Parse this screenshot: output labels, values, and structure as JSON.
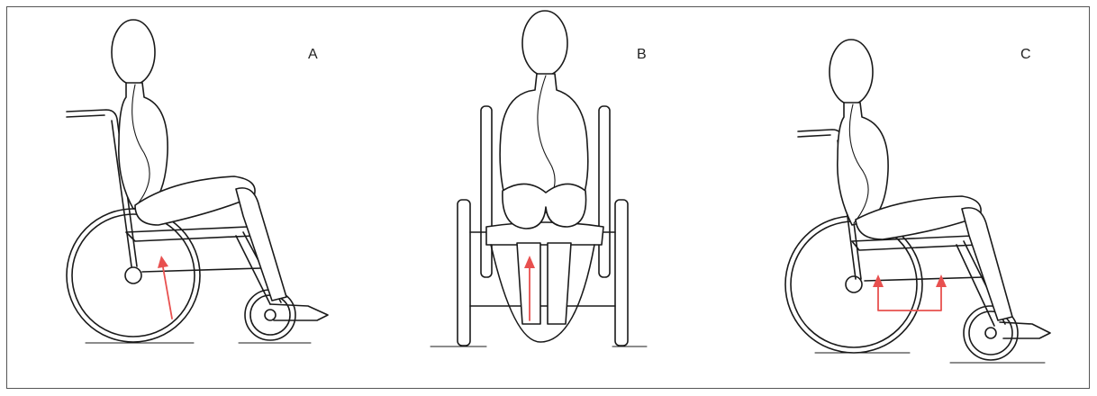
{
  "panels": [
    {
      "label": "A"
    },
    {
      "label": "B"
    },
    {
      "label": "C"
    }
  ],
  "colors": {
    "line": "#1a1a1a",
    "arrow": "#e8504f",
    "frame": "#555555"
  }
}
